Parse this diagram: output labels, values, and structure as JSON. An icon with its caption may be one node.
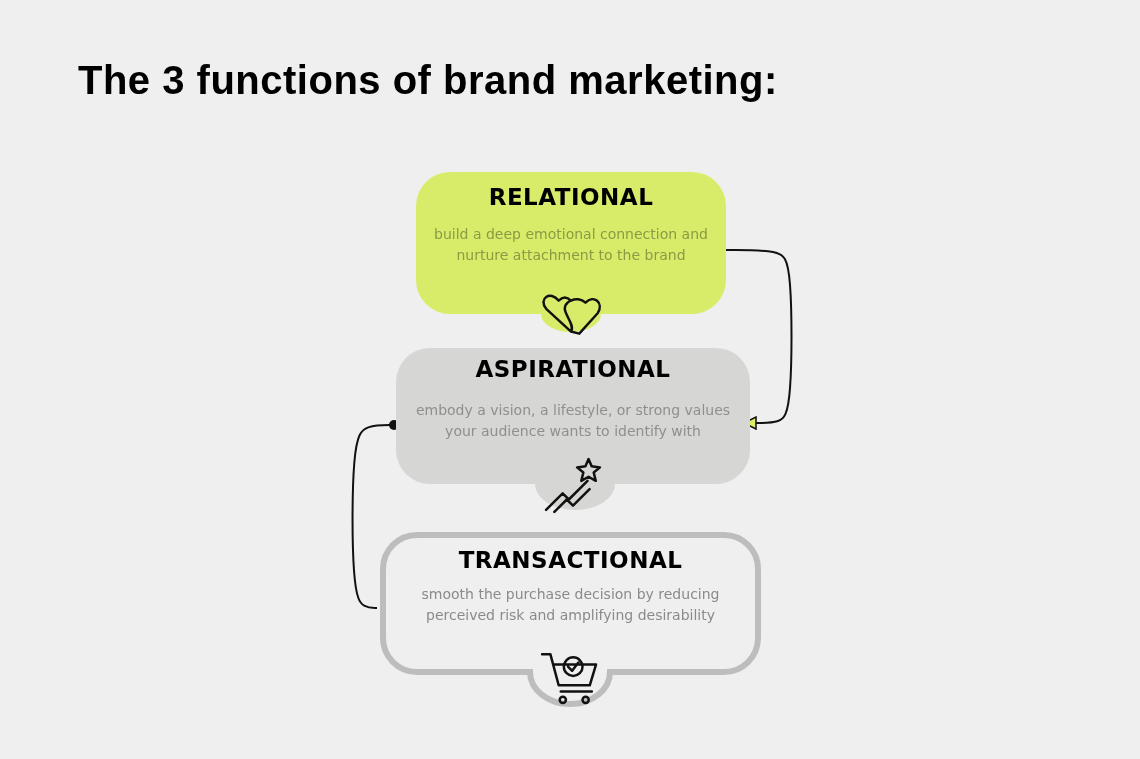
{
  "diagram": {
    "title": "The 3 functions of brand marketing:",
    "nodes": [
      {
        "text": [
          "RELATIONAL",
          "build a deep emotional connection and nurture attachment to the brand"
        ]
      },
      {
        "text": [
          "ASPIRATIONAL",
          "embody a vision, a lifestyle, or strong values your audience wants to identify with"
        ]
      },
      {
        "text": [
          "TRANSACTIONAL",
          "smooth the purchase decision by reducing perceived risk and amplifying desirability"
        ]
      }
    ],
    "edges": [
      {
        "from": 0,
        "to": 1,
        "arrow": "to"
      },
      {
        "from": 2,
        "to": 1,
        "arrow": "other"
      }
    ]
  }
}
